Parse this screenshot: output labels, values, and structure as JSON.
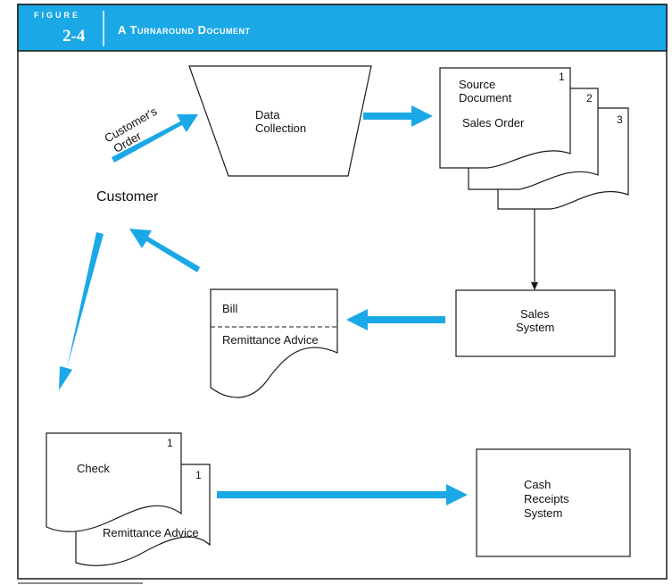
{
  "header": {
    "figure_word": "FIGURE",
    "figure_number": "2-4",
    "title": "A Turnaround Document",
    "accent_color": "#1aa8e6"
  },
  "nodes": {
    "customer": "Customer",
    "customers_order": [
      "Customer's",
      "Order"
    ],
    "data_collection": [
      "Data",
      "Collection"
    ],
    "source_document": [
      "Source",
      "Document"
    ],
    "sales_order": "Sales Order",
    "copy_numbers": [
      "1",
      "2",
      "3"
    ],
    "sales_system": [
      "Sales",
      "System"
    ],
    "bill": "Bill",
    "remittance_advice": "Remittance Advice",
    "check": "Check",
    "check_copy_1": "1",
    "remittance_copy_1": "1",
    "remittance_advice_2": "Remittance Advice",
    "cash_receipts_system": [
      "Cash",
      "Receipts",
      "System"
    ]
  }
}
